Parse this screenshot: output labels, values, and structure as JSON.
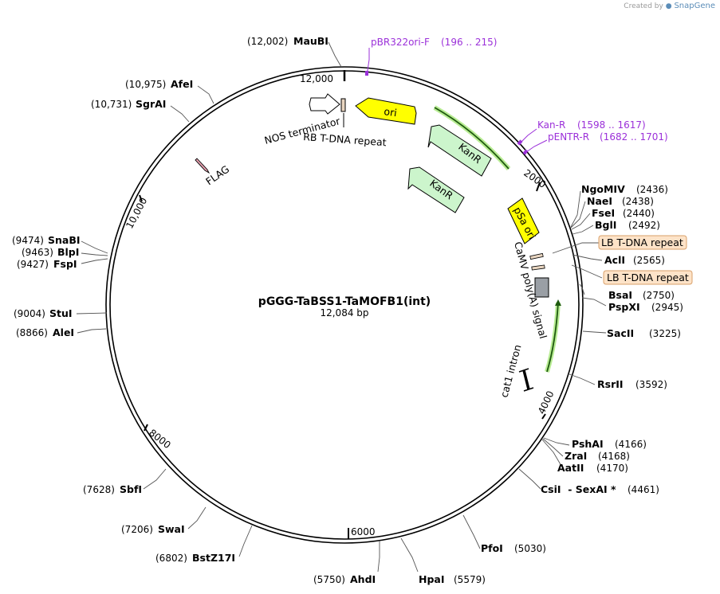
{
  "app": {
    "credit_prefix": "Created by",
    "credit_brand": "SnapGene"
  },
  "plasmid": {
    "name": "pGGG-TaBSS1-TaMOFB1(int)",
    "length_label": "12,084 bp",
    "length": 12084
  },
  "ticks": [
    {
      "label": "2000",
      "pos": 2000
    },
    {
      "label": "4000",
      "pos": 4000
    },
    {
      "label": "6000",
      "pos": 6000
    },
    {
      "label": "8000",
      "pos": 8000
    },
    {
      "label": "10,000",
      "pos": 10000
    },
    {
      "label": "12,000",
      "pos": 12000
    }
  ],
  "sites": [
    {
      "name": "MauBI",
      "pos": 12002,
      "pos_label": "(12,002)"
    },
    {
      "name": "AfeI",
      "pos": 10975,
      "pos_label": "(10,975)"
    },
    {
      "name": "SgrAI",
      "pos": 10731,
      "pos_label": "(10,731)"
    },
    {
      "name": "SnaBI",
      "pos": 9474,
      "pos_label": "(9474)"
    },
    {
      "name": "BlpI",
      "pos": 9463,
      "pos_label": "(9463)"
    },
    {
      "name": "FspI",
      "pos": 9427,
      "pos_label": "(9427)"
    },
    {
      "name": "StuI",
      "pos": 9004,
      "pos_label": "(9004)"
    },
    {
      "name": "AleI",
      "pos": 8866,
      "pos_label": "(8866)"
    },
    {
      "name": "SbfI",
      "pos": 7628,
      "pos_label": "(7628)"
    },
    {
      "name": "SwaI",
      "pos": 7206,
      "pos_label": "(7206)"
    },
    {
      "name": "BstZ17I",
      "pos": 6802,
      "pos_label": "(6802)"
    },
    {
      "name": "AhdI",
      "pos": 5750,
      "pos_label": "(5750)"
    },
    {
      "name": "HpaI",
      "pos": 5579,
      "pos_label": "(5579)"
    },
    {
      "name": "PfoI",
      "pos": 5030,
      "pos_label": "(5030)"
    },
    {
      "name": "CsiI  - SexAI *",
      "pos": 4461,
      "pos_label": "(4461)"
    },
    {
      "name": "AatII",
      "pos": 4170,
      "pos_label": "(4170)"
    },
    {
      "name": "ZraI",
      "pos": 4168,
      "pos_label": "(4168)"
    },
    {
      "name": "PshAI",
      "pos": 4166,
      "pos_label": "(4166)"
    },
    {
      "name": "RsrII",
      "pos": 3592,
      "pos_label": "(3592)"
    },
    {
      "name": "SacII",
      "pos": 3225,
      "pos_label": "(3225)"
    },
    {
      "name": "PspXI",
      "pos": 2945,
      "pos_label": "(2945)"
    },
    {
      "name": "BsaI",
      "pos": 2750,
      "pos_label": "(2750)"
    },
    {
      "name": "AclI",
      "pos": 2565,
      "pos_label": "(2565)"
    },
    {
      "name": "BglI",
      "pos": 2492,
      "pos_label": "(2492)"
    },
    {
      "name": "FseI",
      "pos": 2440,
      "pos_label": "(2440)"
    },
    {
      "name": "NaeI",
      "pos": 2438,
      "pos_label": "(2438)"
    },
    {
      "name": "NgoMIV",
      "pos": 2436,
      "pos_label": "(2436)"
    }
  ],
  "primers": [
    {
      "name": "pBR322ori-F",
      "range": "(196 .. 215)"
    },
    {
      "name": "Kan-R",
      "range": "(1598 .. 1617)"
    },
    {
      "name": "pENTR-R",
      "range": "(1682 .. 1701)"
    }
  ],
  "feature_boxes": [
    {
      "label": "LB T-DNA repeat"
    },
    {
      "label": "LB T-DNA repeat"
    }
  ],
  "features": [
    {
      "label": "ori",
      "color": "#ffff00"
    },
    {
      "label": "KanR",
      "color": "#ccf5cc"
    },
    {
      "label": "KanR",
      "color": "#ccf5cc"
    },
    {
      "label": "NOS terminator",
      "color": "#ffffff"
    },
    {
      "label": "RB T-DNA repeat",
      "color": "#e8d5c0"
    },
    {
      "label": "pSa ori",
      "color": "#ffff00"
    },
    {
      "label": "CaMV poly(A) signal",
      "color": "#9a9fa5"
    },
    {
      "label": "cat1 intron",
      "color": "#000000"
    },
    {
      "label": "FLAG",
      "color": "#e8a0b0"
    }
  ],
  "colors": {
    "primer": "#9b30d9",
    "feature_box_fill": "#fde3c8",
    "feature_box_stroke": "#d9a06a",
    "orf_highlight": "#7ddc3a"
  }
}
